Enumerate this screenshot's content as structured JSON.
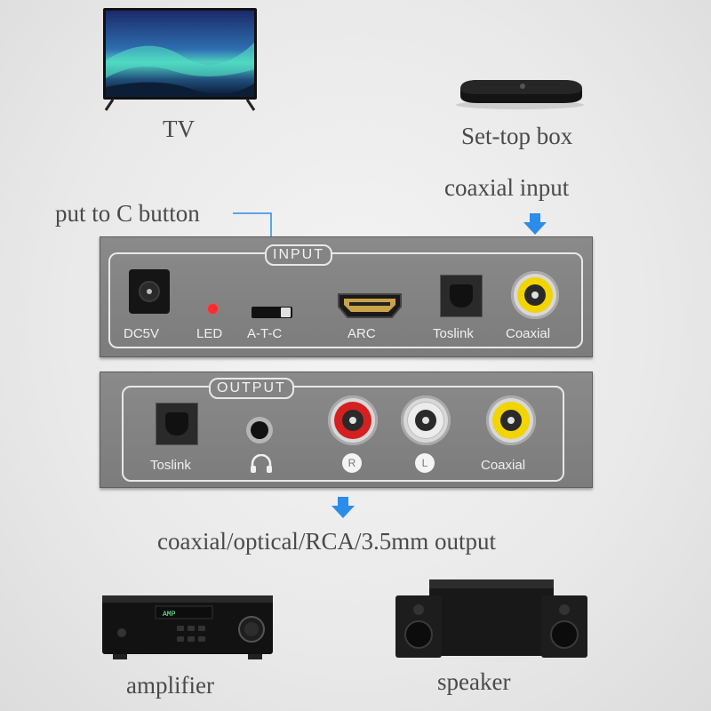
{
  "captions": {
    "tv": "TV",
    "settop": "Set-top box",
    "coaxial_input": "coaxial input",
    "put_to_c": "put to C button",
    "output_caption": "coaxial/optical/RCA/3.5mm output",
    "amplifier": "amplifier",
    "speaker": "speaker"
  },
  "input_panel": {
    "title": "INPUT",
    "labels": {
      "dc": "DC5V",
      "led": "LED",
      "atc": "A-T-C",
      "arc": "ARC",
      "toslink": "Toslink",
      "coaxial": "Coaxial"
    }
  },
  "output_panel": {
    "title": "OUTPUT",
    "labels": {
      "toslink": "Toslink",
      "right": "R",
      "left": "L",
      "coaxial": "Coaxial"
    }
  },
  "colors": {
    "accent_arrow": "#2b8cea",
    "panel": "#848484",
    "rca_yellow": "#f2d400",
    "rca_red": "#d42020",
    "rca_white": "#e8e8e8",
    "led_red": "#ff2a2a"
  },
  "icons": [
    "tv-icon",
    "set-top-box-icon",
    "headphone-icon",
    "amplifier-icon",
    "speaker-icon",
    "arrow-down-icon"
  ]
}
